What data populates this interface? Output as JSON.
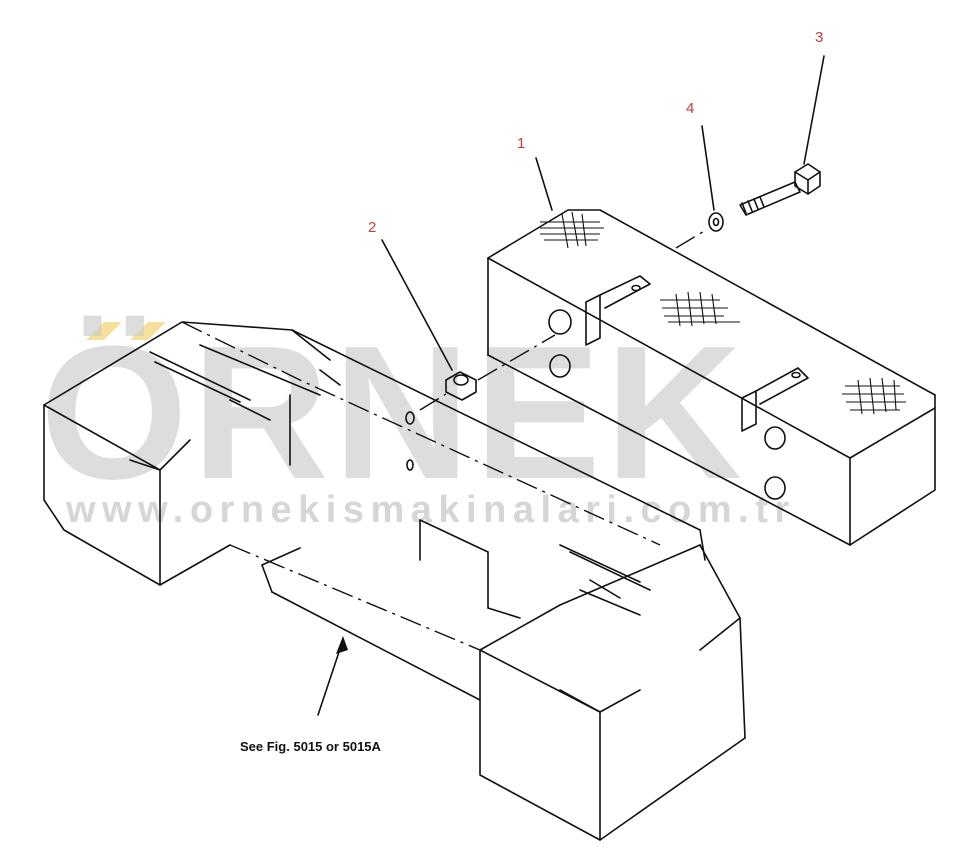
{
  "callouts": [
    {
      "label": "1"
    },
    {
      "label": "2"
    },
    {
      "label": "3"
    },
    {
      "label": "4"
    }
  ],
  "reference_note": "See Fig. 5015 or 5015A",
  "watermark": {
    "brand": "ÖRNEK",
    "url": "www.ornekismakinalari.com.tr",
    "color": "#c8c8c8",
    "accent_color": "#f3dc8a"
  },
  "colors": {
    "line": "#111111",
    "callout": "#c43c3c",
    "background": "#ffffff"
  }
}
